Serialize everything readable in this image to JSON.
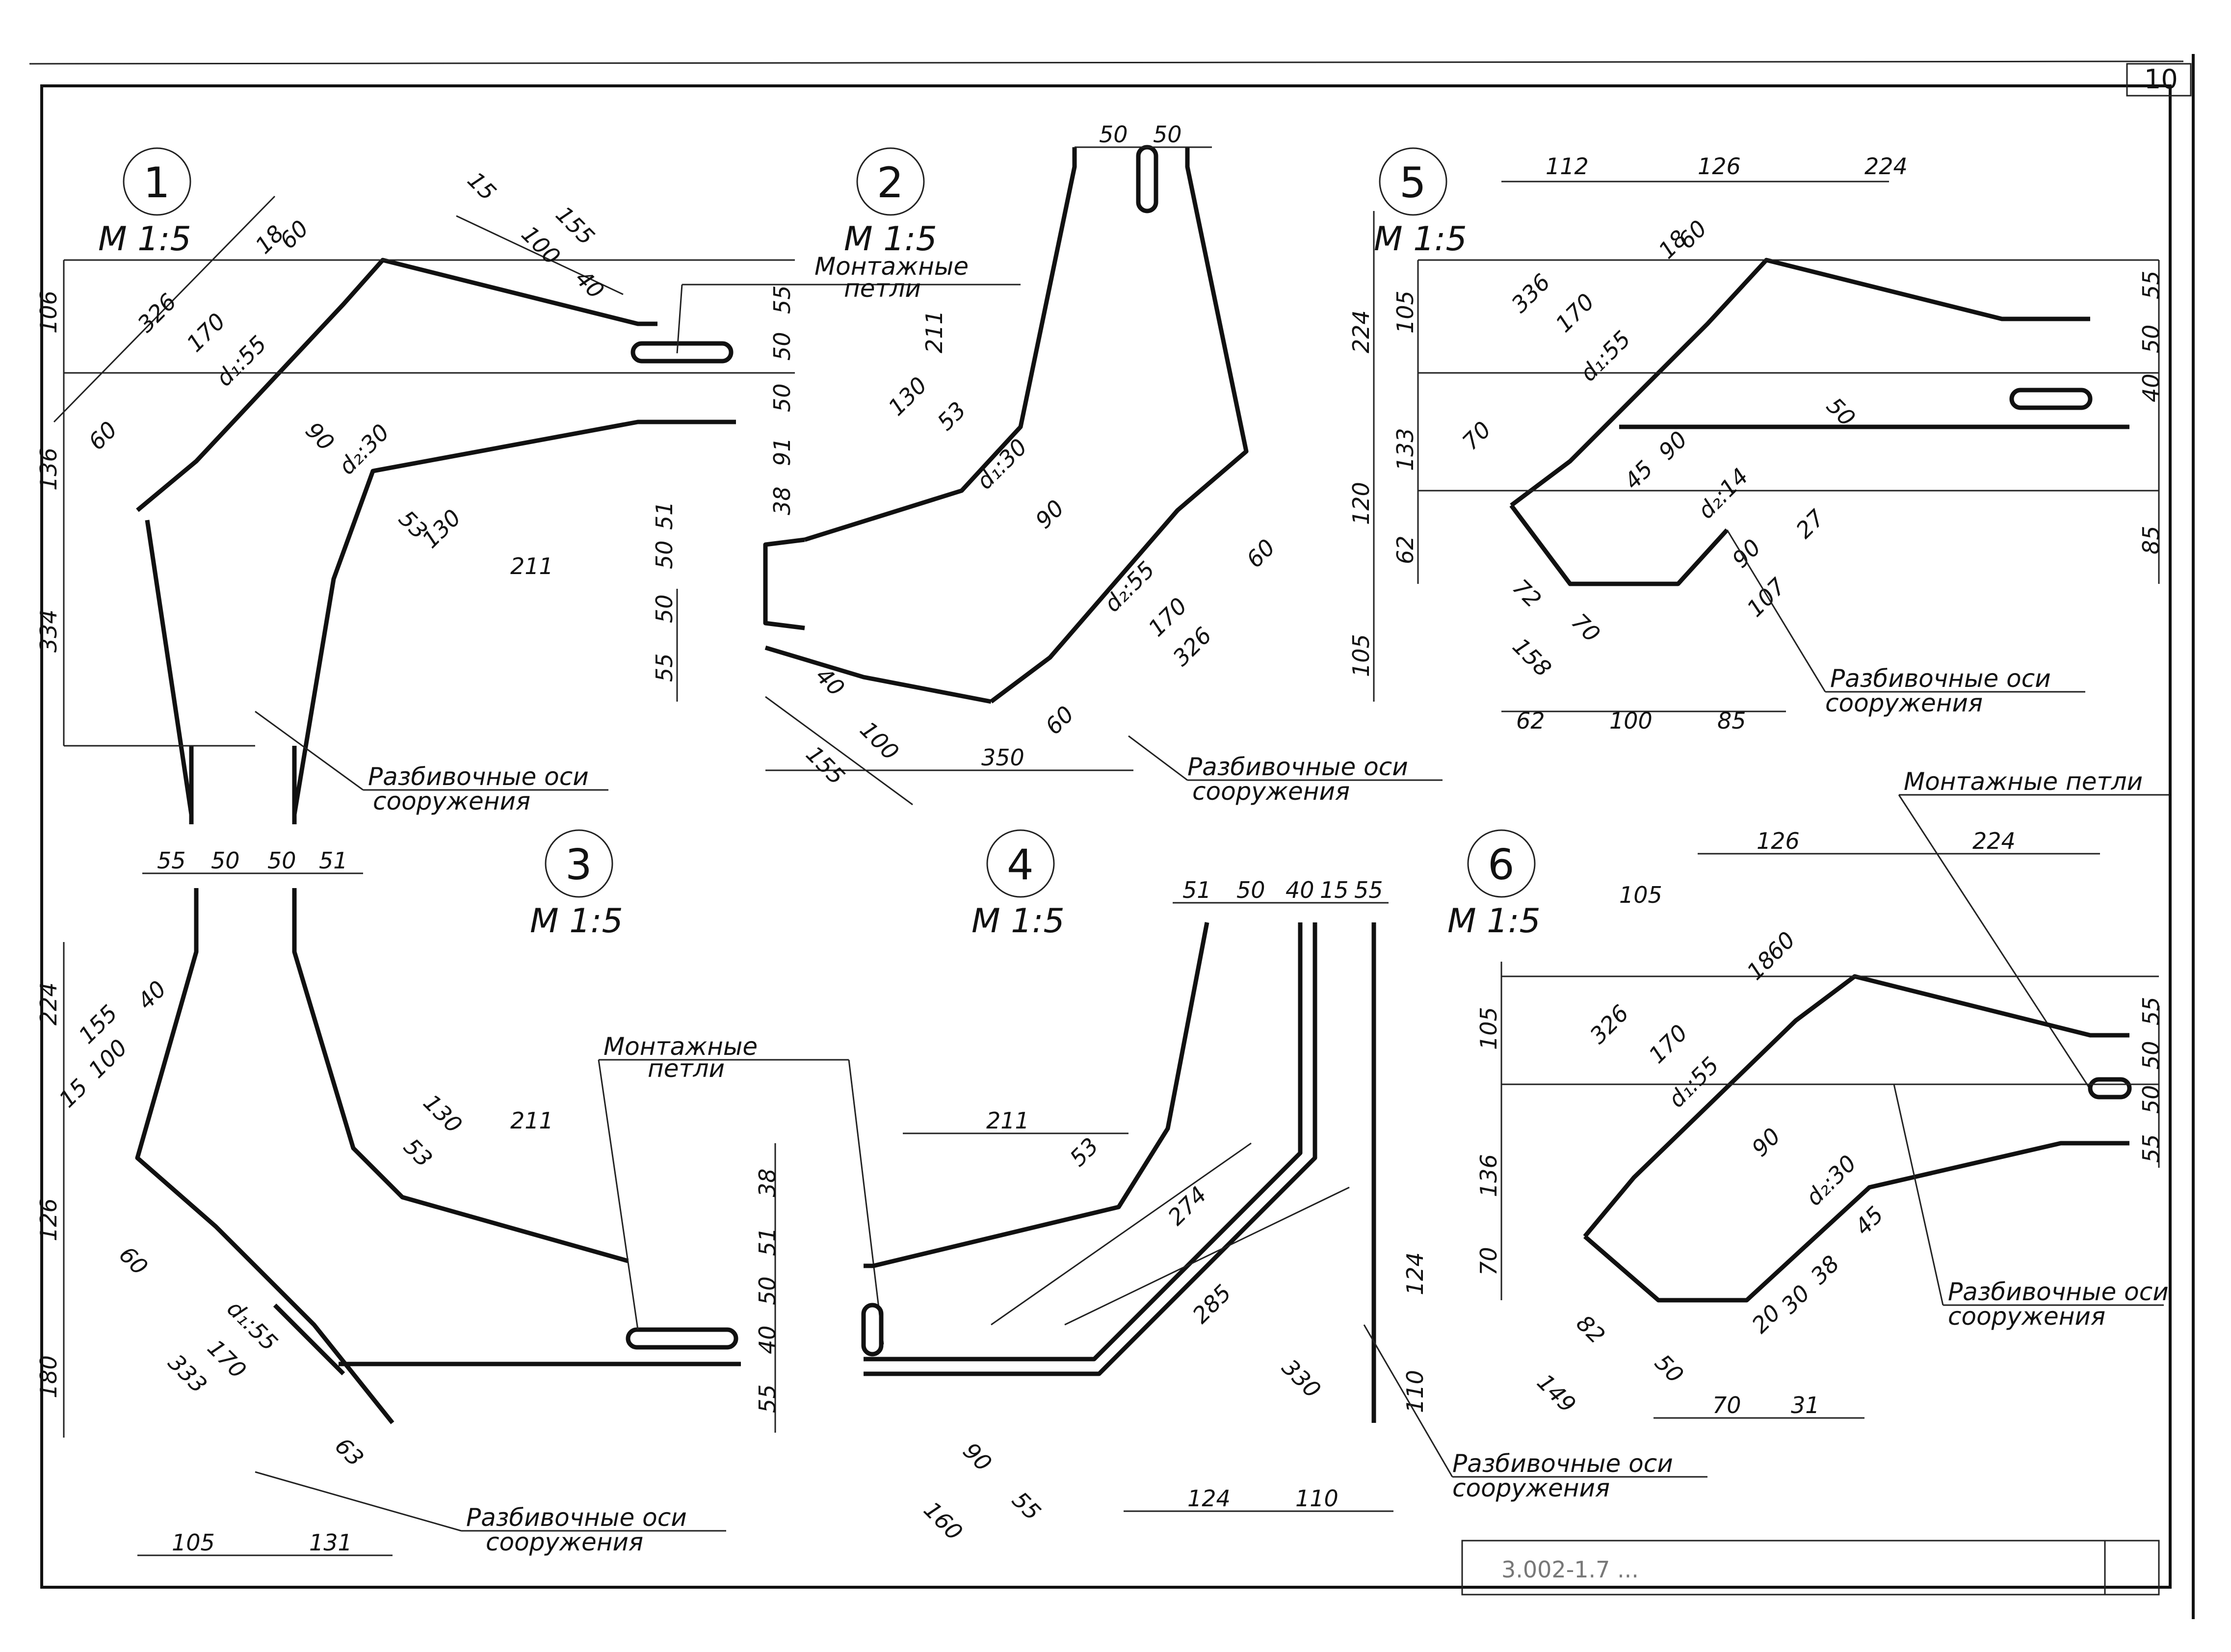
{
  "sheet": {
    "page_number": "10",
    "stamp_code": "3.002-1.7 ..."
  },
  "labels": {
    "scale": "М 1:5",
    "mounting_loops": "Монтажные петли",
    "mounting_loops_line1": "Монтажные",
    "mounting_loops_line2": "петли",
    "axes_line1": "Разбивочные оси",
    "axes_line2": "сооружения"
  },
  "details": [
    {
      "number": "1",
      "dims": [
        "326",
        "170",
        "60",
        "60",
        "18",
        "155",
        "100",
        "40",
        "15",
        "55",
        "50",
        "50",
        "91",
        "106",
        "136",
        "334",
        "90",
        "130",
        "53",
        "211",
        "d₁:55",
        "d₂:30"
      ]
    },
    {
      "number": "2",
      "dims": [
        "50",
        "50",
        "211",
        "224",
        "130",
        "53",
        "90",
        "d₁:30",
        "d₂:55",
        "120",
        "60",
        "170",
        "326",
        "105",
        "350",
        "60",
        "155",
        "100",
        "40",
        "51",
        "50",
        "50",
        "55",
        "38"
      ]
    },
    {
      "number": "5",
      "dims": [
        "112",
        "126",
        "224",
        "336",
        "170",
        "60",
        "18",
        "105",
        "133",
        "62",
        "70",
        "d₁:55",
        "45",
        "90",
        "d₂:14",
        "50",
        "55",
        "50",
        "40",
        "85",
        "72",
        "70",
        "158",
        "90",
        "107",
        "27",
        "62",
        "100",
        "85"
      ]
    },
    {
      "number": "3",
      "dims": [
        "55",
        "50",
        "50",
        "51",
        "224",
        "155",
        "100",
        "40",
        "15",
        "126",
        "60",
        "170",
        "333",
        "180",
        "130",
        "211",
        "53",
        "38",
        "51",
        "50",
        "40",
        "55",
        "d₁:55",
        "63",
        "105",
        "131"
      ]
    },
    {
      "number": "4",
      "dims": [
        "51",
        "50",
        "40",
        "15",
        "55",
        "211",
        "53",
        "274",
        "285",
        "330",
        "124",
        "110",
        "160",
        "90",
        "55",
        "124",
        "110"
      ]
    },
    {
      "number": "6",
      "dims": [
        "126",
        "224",
        "105",
        "326",
        "170",
        "60",
        "18",
        "105",
        "136",
        "70",
        "d₁:55",
        "90",
        "d₂:30",
        "45",
        "38",
        "30",
        "20",
        "55",
        "50",
        "50",
        "55",
        "82",
        "50",
        "149",
        "70",
        "31"
      ]
    }
  ]
}
